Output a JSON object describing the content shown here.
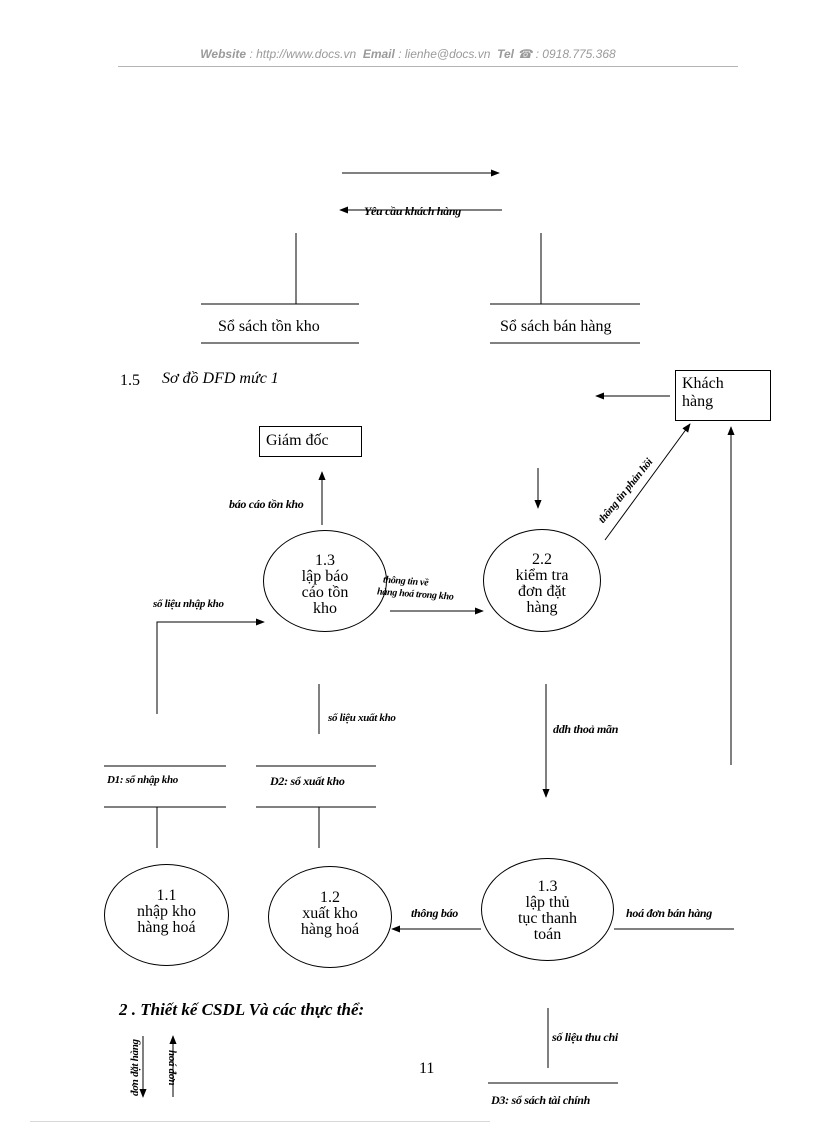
{
  "header": {
    "website_label": "Website",
    "website_value": ": http://www.docs.vn",
    "email_label": "Email",
    "email_value": ": lienhe@docs.vn",
    "tel_label": "Tel",
    "tel_value": "☎ : 0918.775.368"
  },
  "top_diagram": {
    "flow_request": "Yêu cầu khách hàng",
    "store_inventory": "Sổ sách tồn kho",
    "store_sales": "Sổ sách bán hàng"
  },
  "section": {
    "number": "1.5",
    "title": "Sơ đồ DFD mức 1"
  },
  "entities": {
    "customer_line1": "Khách",
    "customer_line2": "hàng",
    "director": "Giám đốc"
  },
  "processes": {
    "p13_report": [
      "1.3",
      "lập báo",
      "cáo tồn",
      "kho"
    ],
    "p22_check": [
      "2.2",
      "kiểm tra",
      "đơn đặt",
      "hàng"
    ],
    "p11_import": [
      "1.1",
      "nhập kho",
      "hàng hoá"
    ],
    "p12_export": [
      "1.2",
      "xuất kho",
      "hàng hoá"
    ],
    "p13_payment": [
      "1.3",
      "lập thủ",
      "tục thanh",
      "toán"
    ]
  },
  "flows": {
    "feedback": "thông tin phản hồi",
    "inventory_report": "báo cáo tồn kho",
    "import_data": "số liệu nhập kho",
    "stock_info_line1": "thông tin về",
    "stock_info_line2": "hàng hoá trong kho",
    "export_data": "số liệu xuất kho",
    "order_ok": "ddh thoả mãn",
    "notice": "thông báo",
    "invoice": "hoá đơn bán hàng",
    "finance_data": "số liệu thu chi",
    "order": "đơn đặt hàng",
    "bill": "hoá đơn"
  },
  "stores": {
    "d1": "D1: sổ nhập kho",
    "d2": "D2: sổ xuất kho",
    "d3": "D3: sổ sách tài chính"
  },
  "section2": {
    "text": "2 . Thiết kế CSDL Và các thực thể:"
  },
  "page_number": "11"
}
